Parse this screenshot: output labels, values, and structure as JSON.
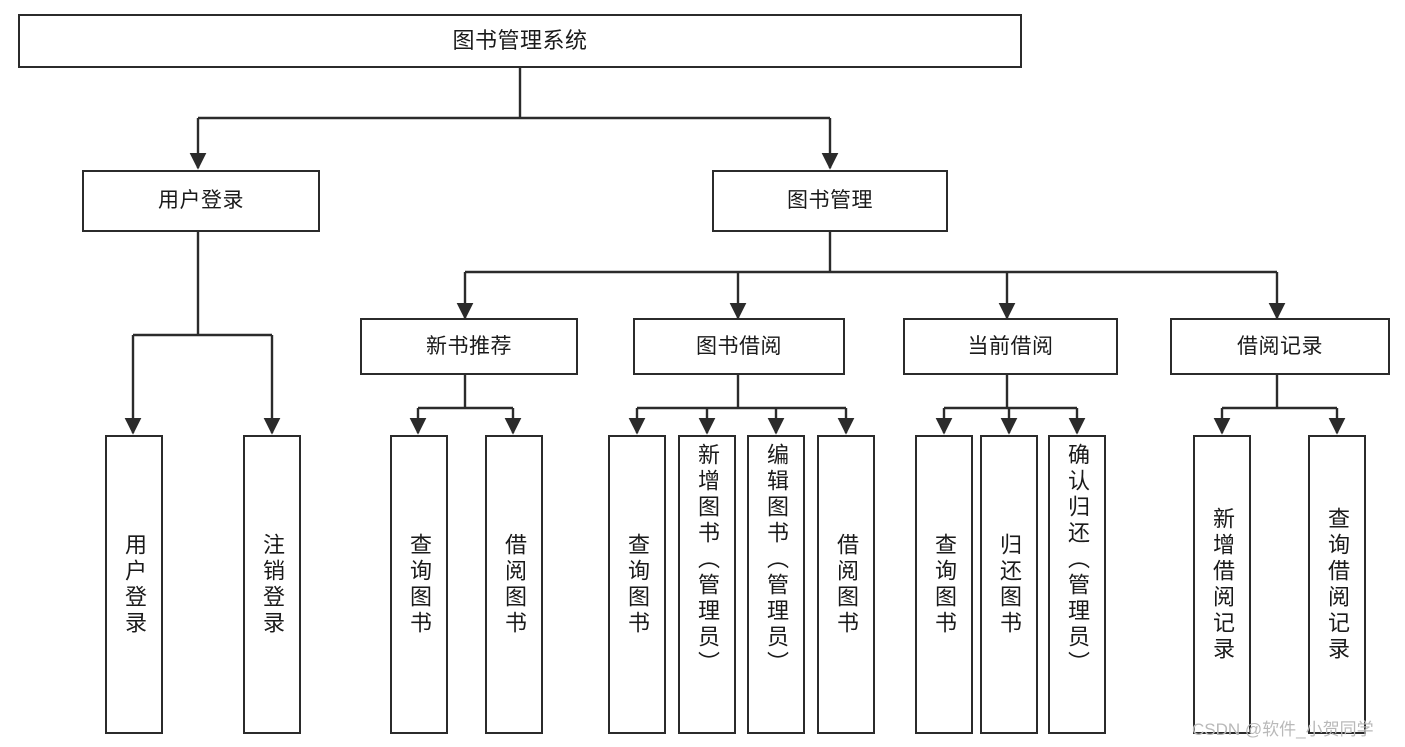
{
  "diagram": {
    "title": "图书管理系统",
    "type": "functional-structure-tree",
    "watermark": "CSDN @软件_小贺同学",
    "colors": {
      "stroke": "#2b2b2b",
      "fill": "#ffffff",
      "text": "#1a1a1a",
      "watermark": "#b9b9b9"
    },
    "nodes": {
      "root": {
        "label": "图书管理系统"
      },
      "level2": [
        {
          "id": "user-login",
          "label": "用户登录"
        },
        {
          "id": "book-management",
          "label": "图书管理"
        }
      ],
      "level3": [
        {
          "id": "new-book-recommend",
          "label": "新书推荐"
        },
        {
          "id": "book-borrow",
          "label": "图书借阅"
        },
        {
          "id": "current-borrow",
          "label": "当前借阅"
        },
        {
          "id": "borrow-record",
          "label": "借阅记录"
        }
      ],
      "leaves": [
        {
          "id": "leaf-user-login",
          "label": "用户登录"
        },
        {
          "id": "leaf-logout-login",
          "label": "注销登录"
        },
        {
          "id": "leaf-query-book-1",
          "label": "查询图书"
        },
        {
          "id": "leaf-borrow-book-1",
          "label": "借阅图书"
        },
        {
          "id": "leaf-query-book-2",
          "label": "查询图书"
        },
        {
          "id": "leaf-add-book-admin",
          "label": "新增图书（管理员）"
        },
        {
          "id": "leaf-edit-book-admin",
          "label": "编辑图书（管理员）"
        },
        {
          "id": "leaf-borrow-book-2",
          "label": "借阅图书"
        },
        {
          "id": "leaf-query-book-3",
          "label": "查询图书"
        },
        {
          "id": "leaf-return-book",
          "label": "归还图书"
        },
        {
          "id": "leaf-confirm-return-admin",
          "label": "确认归还（管理员）"
        },
        {
          "id": "leaf-add-borrow-record",
          "label": "新增借阅记录"
        },
        {
          "id": "leaf-query-borrow-record",
          "label": "查询借阅记录"
        }
      ]
    }
  }
}
